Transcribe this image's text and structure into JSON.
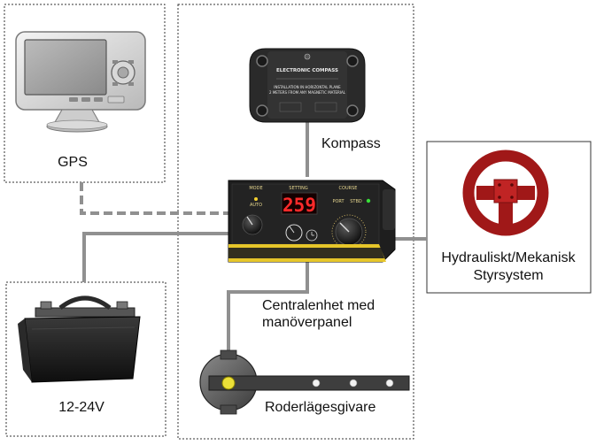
{
  "labels": {
    "gps": "GPS",
    "compass": "Kompass",
    "central_line1": "Centralenhet med",
    "central_line2": "manöverpanel",
    "hydraulic_line1": "Hydrauliskt/Mekanisk",
    "hydraulic_line2": "Styrsystem",
    "battery": "12-24V",
    "rudder": "Roderlägesgivare"
  },
  "compass_device": {
    "title": "ELECTRONIC COMPASS",
    "note_line1": "INSTALLATION IN HORIZONTAL PLANE",
    "note_line2": "2 METERS FROM ANY MAGNETIC MATERIAL"
  },
  "panel": {
    "mode": "MODE",
    "setting": "SETTING",
    "course": "COURSE",
    "display": "259",
    "auto": "AUTO",
    "port": "PORT",
    "stbd": "STBD"
  },
  "colors": {
    "wire": "#8c8c8c",
    "steering_wheel": "#a01818",
    "display_red": "#ff2a2a",
    "housing": "#1c1c1c"
  }
}
